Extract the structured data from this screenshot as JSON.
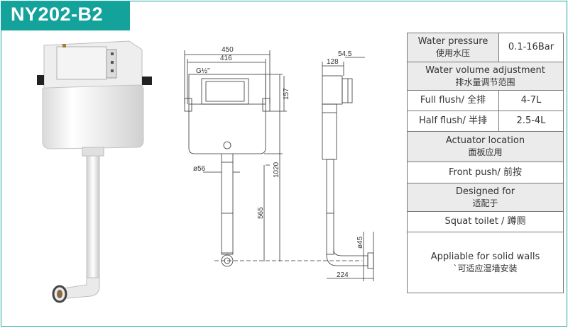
{
  "title": "NY202-B2",
  "drawing": {
    "dims": [
      "450",
      "416",
      "54.5",
      "128",
      "157",
      "1020",
      "565",
      "ø56",
      "ø45",
      "224"
    ],
    "thread": "G½\""
  },
  "specs": {
    "pressure_label_en": "Water pressure",
    "pressure_label_cn": "使用水压",
    "pressure_value": "0.1-16Bar",
    "volume_header_en": "Water volume adjustment",
    "volume_header_cn": "排水量调节范围",
    "full_label": "Full flush/ 全排",
    "full_value": "4-7L",
    "half_label": "Half flush/ 半排",
    "half_value": "2.5-4L",
    "actuator_header_en": "Actuator location",
    "actuator_header_cn": "面板应用",
    "actuator_value": "Front push/ 前按",
    "designed_header_en": "Designed for",
    "designed_header_cn": "适配于",
    "designed_value": "Squat toilet / 蹲厕",
    "walls_en": "Appliable for solid walls",
    "walls_cn": "`可适应湿墙安装"
  }
}
